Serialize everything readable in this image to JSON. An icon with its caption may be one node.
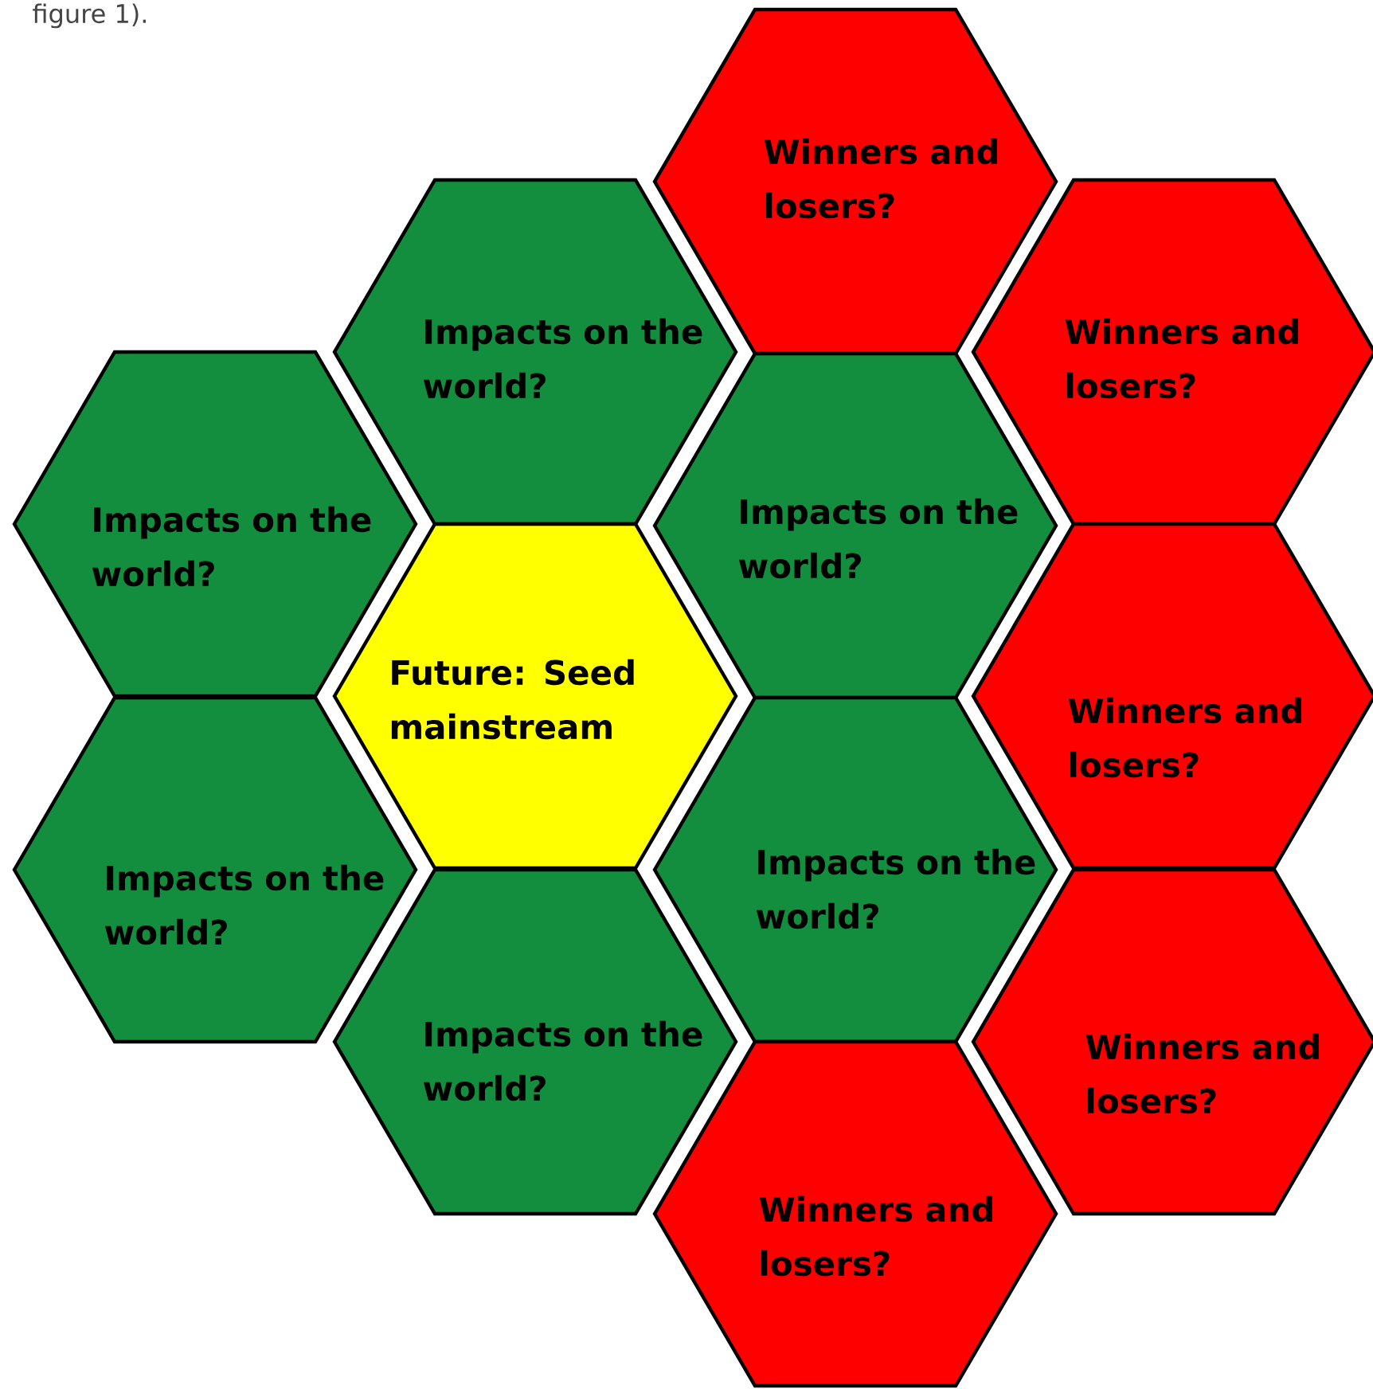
{
  "diagram": {
    "nodes": [
      {
        "text": [
          "Winners and losers?"
        ]
      },
      {
        "text": [
          "Impacts on the world?"
        ]
      },
      {
        "text": [
          "Winners and losers?"
        ]
      },
      {
        "text": [
          "Impacts on the world?"
        ]
      },
      {
        "text": [
          "Impacts on the world?"
        ]
      },
      {
        "text": [
          "Future: Seed mainstream"
        ]
      },
      {
        "text": [
          "Winners and losers?"
        ]
      },
      {
        "text": [
          "Impacts on the world?"
        ]
      },
      {
        "text": [
          "Impacts on the world?"
        ]
      },
      {
        "text": [
          "Impacts on the world?"
        ]
      },
      {
        "text": [
          "Winners and losers?"
        ]
      },
      {
        "text": [
          "Winners and losers?"
        ]
      }
    ],
    "labels": [
      "figure 1)."
    ]
  }
}
